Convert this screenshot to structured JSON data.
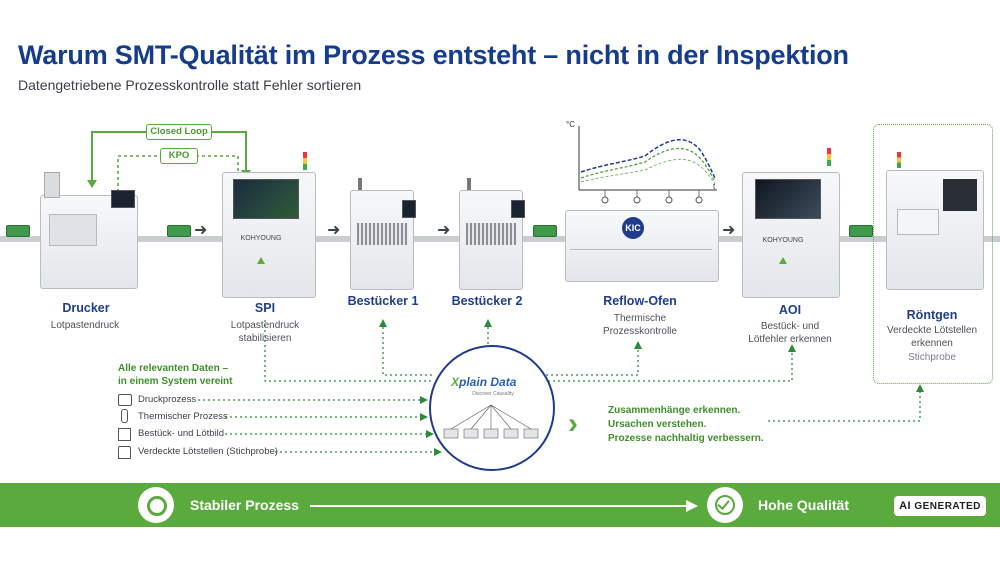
{
  "header": {
    "title": "Warum SMT-Qualität im Prozess entsteht – nicht in der Inspektion",
    "subtitle": "Datengetriebene Prozesskontrolle statt Fehler sortieren"
  },
  "feedback": {
    "closed_loop": "Closed Loop",
    "kpo": "KPO"
  },
  "stations": [
    {
      "name": "Drucker",
      "desc1": "Lotpastendruck",
      "desc2": ""
    },
    {
      "name": "SPI",
      "desc1": "Lotpastendruck",
      "desc2": "stabilisieren",
      "brand": "KOHYOUNG"
    },
    {
      "name": "Bestücker 1",
      "desc1": "",
      "desc2": ""
    },
    {
      "name": "Bestücker 2",
      "desc1": "",
      "desc2": ""
    },
    {
      "name": "Reflow-Ofen",
      "desc1": "Thermische",
      "desc2": "Prozesskontrolle",
      "brand": "KIC"
    },
    {
      "name": "AOI",
      "desc1": "Bestück- und",
      "desc2": "Lötfehler erkennen",
      "brand": "KOHYOUNG"
    },
    {
      "name": "Röntgen",
      "desc1": "Verdeckte Lötstellen",
      "desc2": "erkennen",
      "desc3": "Stichprobe"
    }
  ],
  "reflow_chart": {
    "y_unit": "°C",
    "x_unit": "t"
  },
  "data_panel": {
    "heading_line1": "Alle relevanten Daten –",
    "heading_line2": "in einem System vereint",
    "items": [
      {
        "label": "Druckprozess",
        "icon": "printer-icon"
      },
      {
        "label": "Thermischer Prozess",
        "icon": "thermometer-icon"
      },
      {
        "label": "Bestück- und Lötbild",
        "icon": "chip-icon"
      },
      {
        "label": "Verdeckte Lötstellen (Stichprobe)",
        "icon": "xray-icon"
      }
    ]
  },
  "xplain": {
    "name_x": "X",
    "name_rest": "plain Data",
    "tagline": "Discover Causality"
  },
  "insights": {
    "line1": "Zusammenhänge erkennen.",
    "line2": "Ursachen verstehen.",
    "line3": "Prozesse nachhaltig verbessern."
  },
  "bottom": {
    "left_label": "Stabiler Prozess",
    "right_label": "Hohe Qualität",
    "ai_badge_strong": "AI",
    "ai_badge_rest": "GENERATED"
  },
  "colors": {
    "title_blue": "#163c8c",
    "accent_green": "#5aaa3e",
    "dark_green": "#3f8f2a"
  }
}
